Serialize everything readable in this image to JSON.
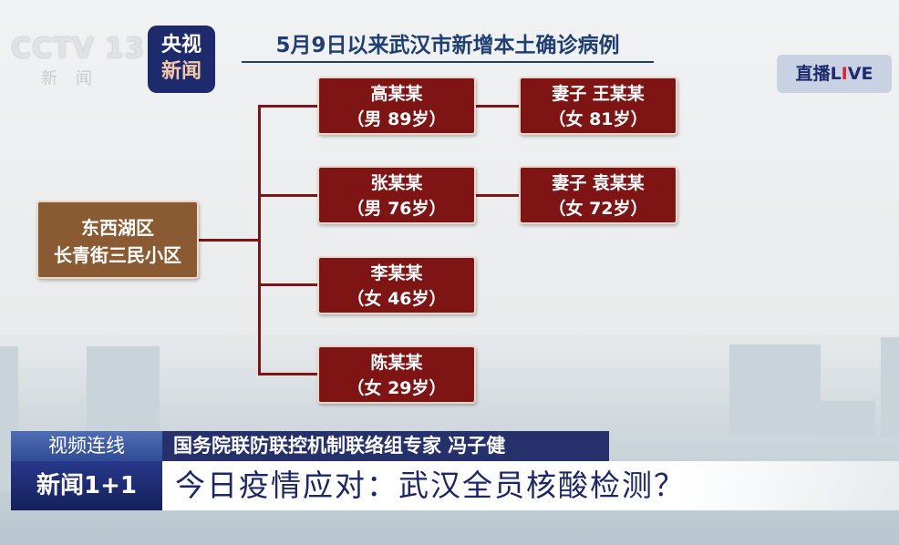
{
  "broadcast": {
    "channel_logo": "CCTV 13 新闻",
    "app_logo_line1": "央视",
    "app_logo_line2": "新闻",
    "live_prefix": "直播",
    "live_word_a": "L",
    "live_word_i": "I",
    "live_word_b": "VE"
  },
  "diagram": {
    "title": "5月9日以来武汉市新增本土确诊病例",
    "root": {
      "line1": "东西湖区",
      "line2": "长青街三民小区"
    },
    "cases": [
      {
        "name": "高某某",
        "info": "（男 89岁）",
        "spouse": {
          "name": "妻子 王某某",
          "info": "（女 81岁）"
        }
      },
      {
        "name": "张某某",
        "info": "（男 76岁）",
        "spouse": {
          "name": "妻子 袁某某",
          "info": "（女 72岁）"
        }
      },
      {
        "name": "李某某",
        "info": "（女 46岁）"
      },
      {
        "name": "陈某某",
        "info": "（女 29岁）"
      }
    ],
    "colors": {
      "case_box": "#7e1414",
      "root_box": "#8a5a32",
      "title": "#1f3f73"
    }
  },
  "lower_third": {
    "tag": "视频连线",
    "speaker": "国务院联防联控机制联络组专家 冯子健",
    "program": "新闻1+1",
    "headline": "今日疫情应对：武汉全员核酸检测？"
  }
}
